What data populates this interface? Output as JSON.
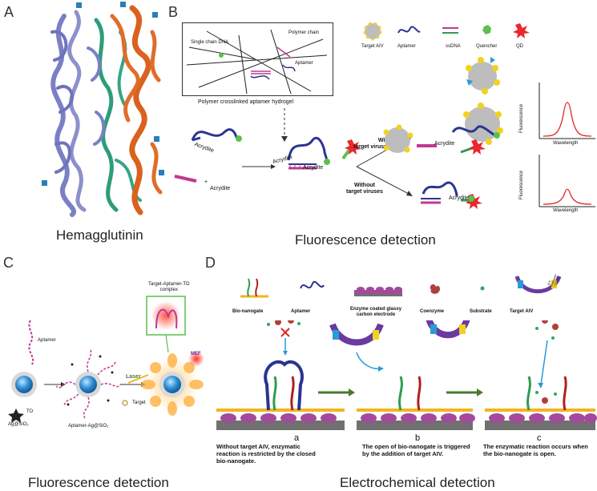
{
  "panels": {
    "a": {
      "letter": "A",
      "caption": "Hemagglutinin"
    },
    "b": {
      "letter": "B",
      "caption": "Fluorescence detection"
    },
    "c": {
      "letter": "C",
      "caption": "Fluorescence detection"
    },
    "d": {
      "letter": "D",
      "caption": "Electrochemical detection"
    }
  },
  "panel_b": {
    "hydrogel_box": {
      "labels": [
        "Single chain DNA",
        "Polymer chain",
        "Aptamer"
      ],
      "title": "Polymer crosslinked aptamer hydrogel"
    },
    "legend": [
      "Target AIV",
      "Aptamer",
      "ssDNA",
      "Quencher",
      "QD"
    ],
    "acrydite": "Acrydite",
    "plus": "+",
    "branch_with": "With\ntarget viruses",
    "branch_without": "Without\ntarget viruses",
    "plot_ylabel": "Fluorescence",
    "plot_xlabel": "Wavelength"
  },
  "panel_c": {
    "complex_label": "Target-Aptamer-TO\ncomplex",
    "aptamer": "Aptamer",
    "to": "TO",
    "laser": "Laser",
    "target": "Target",
    "mef": "MEF",
    "particle1": "Ag@SiO₂",
    "particle2": "Aptamer-Ag@SiO₂"
  },
  "panel_d": {
    "legend": [
      "Bio-nanogate",
      "Aptamer",
      "Enzyme coated glassy\ncarbon electrode",
      "Coenzyme",
      "Substrate",
      "Target AIV"
    ],
    "aiv_label": "AIV\nDiameter\n~100nm",
    "steps": [
      {
        "letter": "a",
        "text": "Without target AIV, enzymatic reaction is restricted by the closed bio-nanogate."
      },
      {
        "letter": "b",
        "text": "The open of bio-nanogate is triggered by the addition of target AIV."
      },
      {
        "letter": "c",
        "text": "The enzymatic reaction occurs when the bio-nanogate is open."
      }
    ]
  },
  "colors": {
    "protein_blue": "#7b7fc4",
    "protein_orange": "#d9621e",
    "protein_teal": "#2e9c7c",
    "aptamer_blue": "#2a3590",
    "ssdna_magenta": "#c0388f",
    "quencher_green": "#5fbf4f",
    "qd_red": "#e8282c",
    "virus_gray": "#bdbdbd",
    "electrode_gray": "#707070",
    "gold": "#f2b51e",
    "enzyme_purple": "#a34a9c",
    "arrow_green": "#4a7a2c",
    "curve_red": "#e02424"
  }
}
